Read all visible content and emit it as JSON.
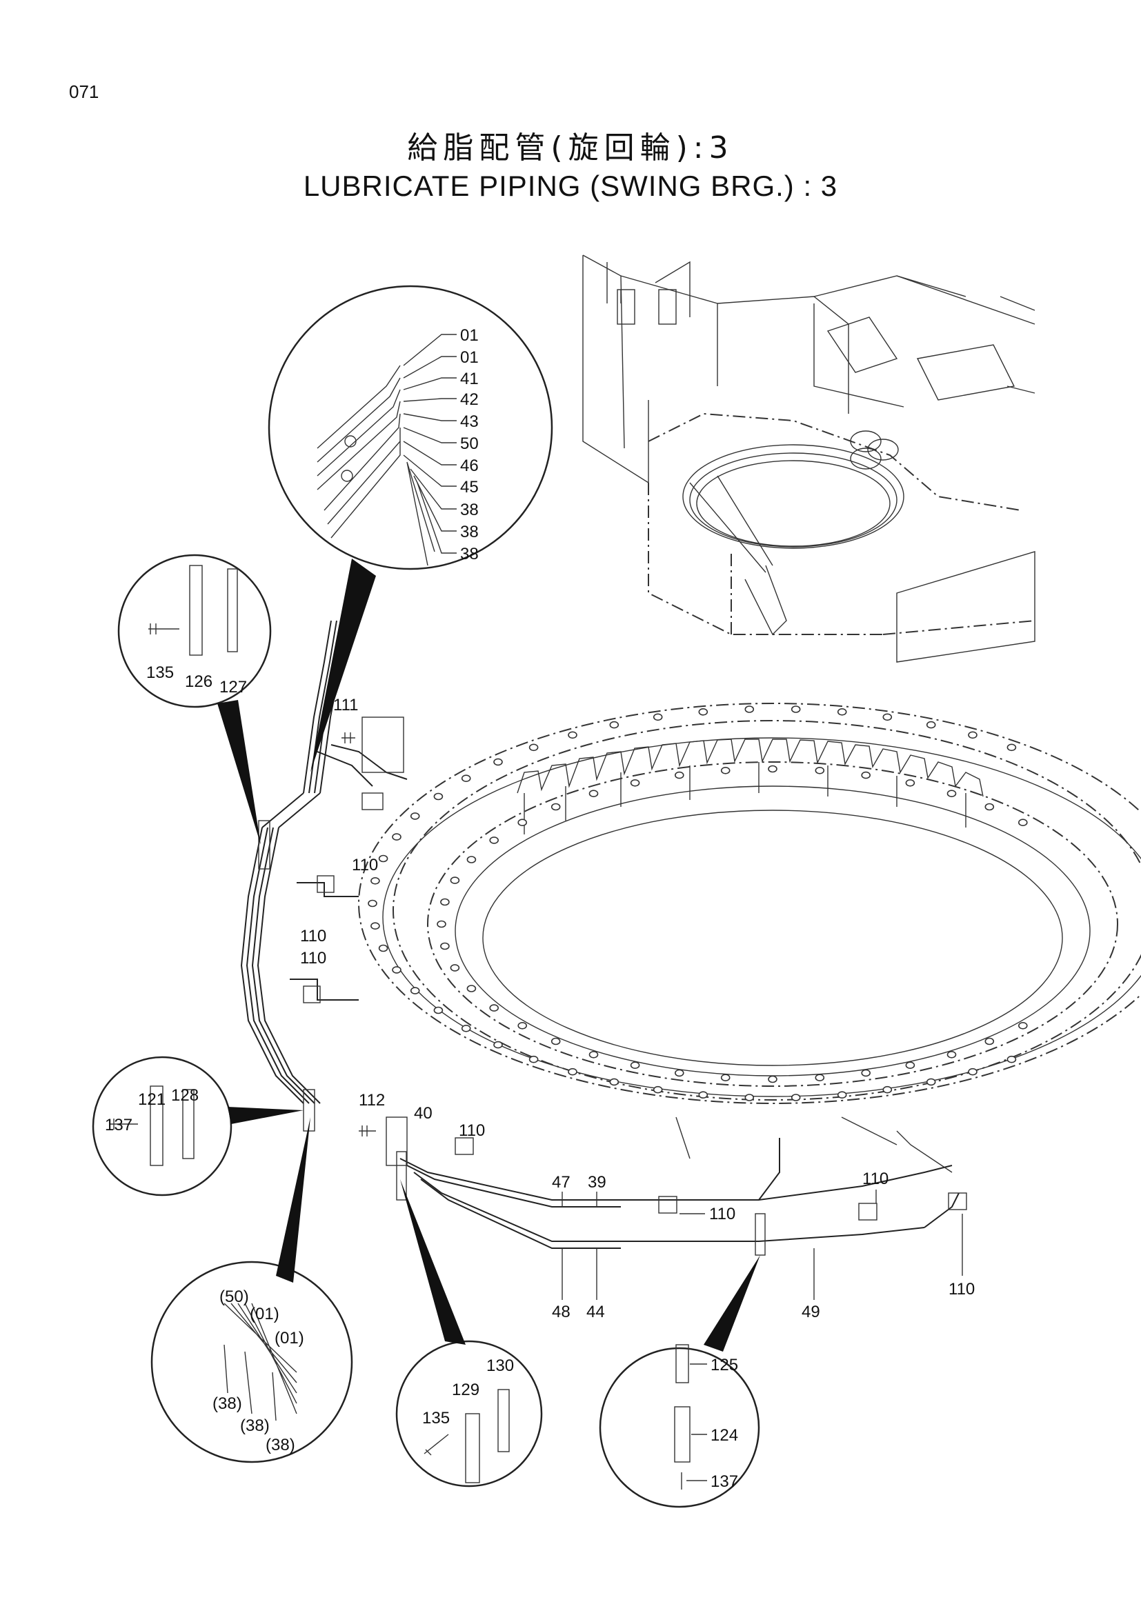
{
  "page_number": "071",
  "title_jp": "給脂配管(旋回輪):3",
  "title_en": "LUBRICATE PIPING (SWING BRG.) : 3",
  "callouts": {
    "top_circle": [
      "01",
      "01",
      "41",
      "42",
      "43",
      "50",
      "46",
      "45",
      "38",
      "38",
      "38"
    ],
    "clamp_circle_a": [
      "135",
      "126",
      "127"
    ],
    "clamp_circle_b": [
      "137",
      "121",
      "128"
    ],
    "hose_circle": [
      "(50)",
      "(01)",
      "(01)",
      "(38)",
      "(38)",
      "(38)"
    ],
    "clamp_circle_c": [
      "135",
      "129",
      "130"
    ],
    "clamp_circle_d": [
      "125",
      "124",
      "137"
    ],
    "main": {
      "p111": "111",
      "p110a": "110",
      "p110b": "110",
      "p110c": "110",
      "p112": "112",
      "p40": "40",
      "p110d": "110",
      "p47": "47",
      "p39": "39",
      "p110e": "110",
      "p110f": "110",
      "p110g": "110",
      "p48": "48",
      "p44": "44",
      "p49": "49"
    }
  }
}
